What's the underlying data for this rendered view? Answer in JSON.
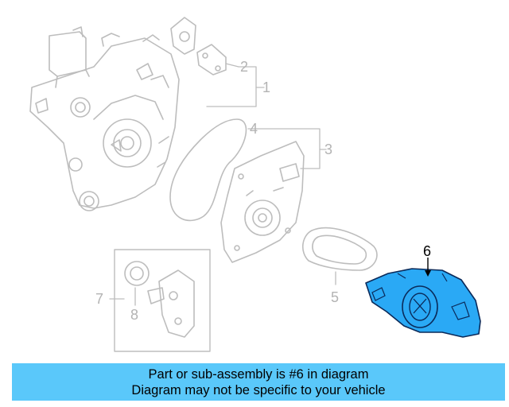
{
  "diagram": {
    "callouts": [
      "1",
      "2",
      "3",
      "4",
      "5",
      "6",
      "7",
      "8"
    ],
    "highlighted_part": "6",
    "colors": {
      "line_art": "#bdbdbd",
      "highlight_fill": "#2aa9f5",
      "banner": "#5ac8fa",
      "text": "#000000"
    }
  },
  "banner": {
    "line1": "Part or sub-assembly is #6 in diagram",
    "line2": "Diagram may not be specific to your vehicle"
  }
}
